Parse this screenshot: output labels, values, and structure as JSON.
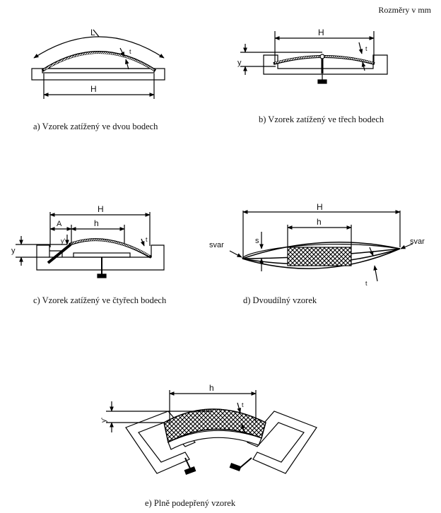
{
  "units_note": "Rozměry v mm",
  "captions": {
    "a": "a) Vzorek zatížený ve dvou bodech",
    "b": "b) Vzorek zatížený ve třech bodech",
    "c": "c) Vzorek zatížený ve čtyřech bodech",
    "d": "d) Dvoudílný vzorek",
    "e": "e) Plně podepřený vzorek"
  },
  "labels": {
    "L": "L",
    "H": "H",
    "h": "h",
    "y": "y",
    "y_prime": "y'",
    "A": "A",
    "s": "s",
    "t": "t",
    "svar": "svar"
  }
}
